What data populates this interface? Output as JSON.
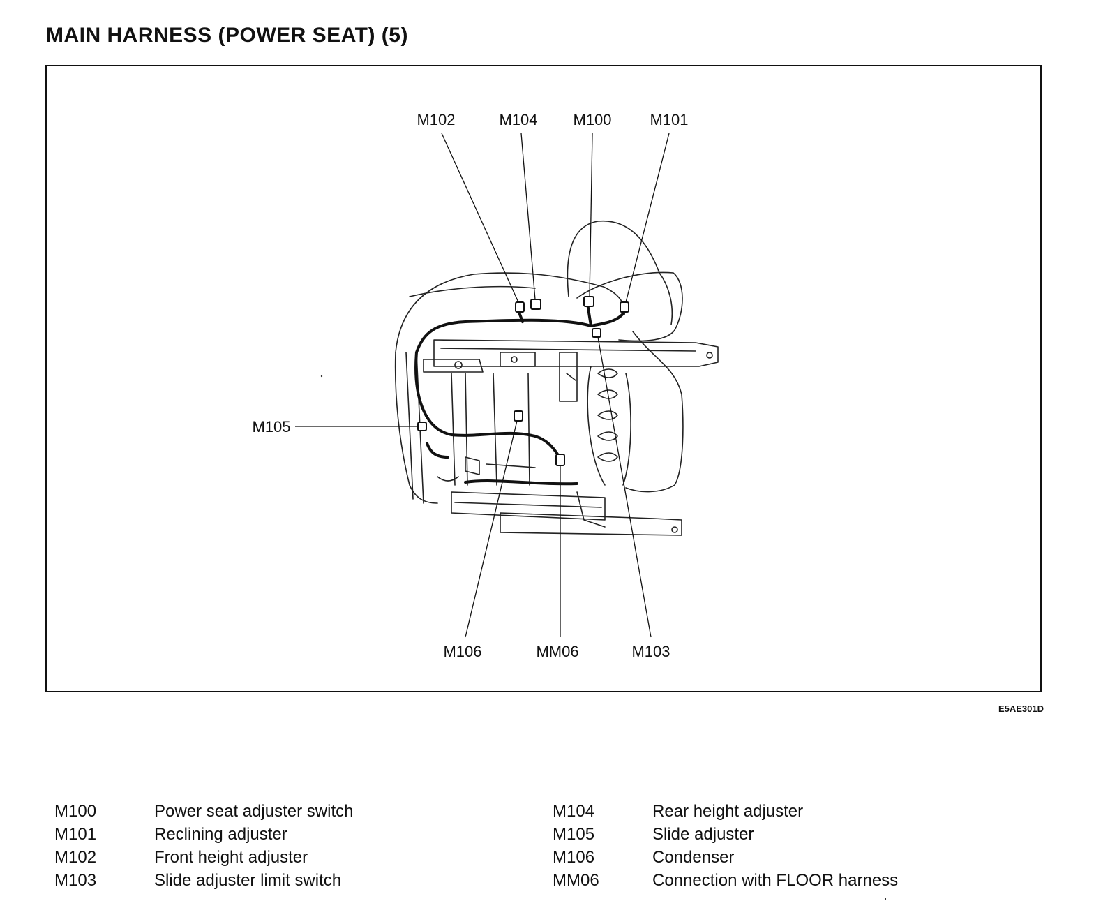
{
  "title": "MAIN HARNESS (POWER SEAT) (5)",
  "figure_code": "E5AE301D",
  "callouts": {
    "m100": "M100",
    "m101": "M101",
    "m102": "M102",
    "m103": "M103",
    "m104": "M104",
    "m105": "M105",
    "m106": "M106",
    "mm06": "MM06"
  },
  "legend": {
    "left": [
      {
        "code": "M100",
        "desc": "Power seat adjuster switch"
      },
      {
        "code": "M101",
        "desc": "Reclining adjuster"
      },
      {
        "code": "M102",
        "desc": "Front height adjuster"
      },
      {
        "code": "M103",
        "desc": "Slide adjuster limit switch"
      }
    ],
    "right": [
      {
        "code": "M104",
        "desc": "Rear height adjuster"
      },
      {
        "code": "M105",
        "desc": "Slide adjuster"
      },
      {
        "code": "M106",
        "desc": "Condenser"
      },
      {
        "code": "MM06",
        "desc": "Connection with FLOOR harness"
      }
    ]
  }
}
